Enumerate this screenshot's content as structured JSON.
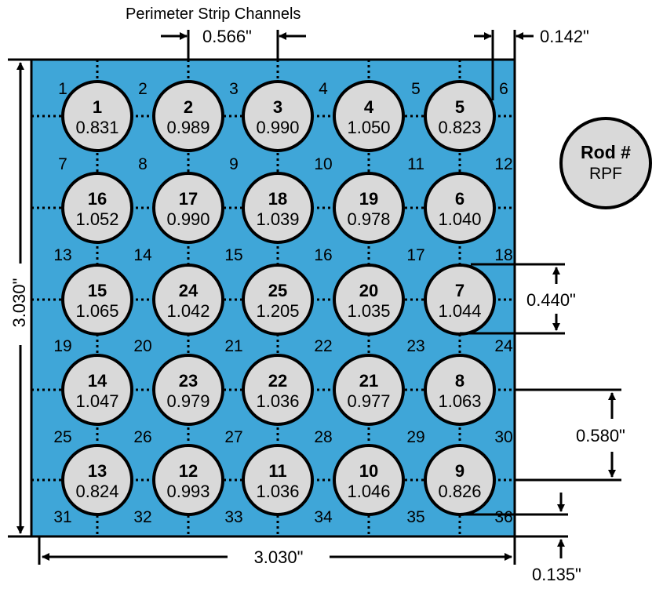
{
  "title": "Perimeter Strip Channels",
  "colors": {
    "assembly_fill": "#3fa6d8",
    "rod_fill": "#d9d9d9",
    "outline": "#000000"
  },
  "rods": [
    [
      {
        "num": "1",
        "rpf": "0.831"
      },
      {
        "num": "2",
        "rpf": "0.989"
      },
      {
        "num": "3",
        "rpf": "0.990"
      },
      {
        "num": "4",
        "rpf": "1.050"
      },
      {
        "num": "5",
        "rpf": "0.823"
      }
    ],
    [
      {
        "num": "16",
        "rpf": "1.052"
      },
      {
        "num": "17",
        "rpf": "0.990"
      },
      {
        "num": "18",
        "rpf": "1.039"
      },
      {
        "num": "19",
        "rpf": "0.978"
      },
      {
        "num": "6",
        "rpf": "1.040"
      }
    ],
    [
      {
        "num": "15",
        "rpf": "1.065"
      },
      {
        "num": "24",
        "rpf": "1.042"
      },
      {
        "num": "25",
        "rpf": "1.205"
      },
      {
        "num": "20",
        "rpf": "1.035"
      },
      {
        "num": "7",
        "rpf": "1.044"
      }
    ],
    [
      {
        "num": "14",
        "rpf": "1.047"
      },
      {
        "num": "23",
        "rpf": "0.979"
      },
      {
        "num": "22",
        "rpf": "1.036"
      },
      {
        "num": "21",
        "rpf": "0.977"
      },
      {
        "num": "8",
        "rpf": "1.063"
      }
    ],
    [
      {
        "num": "13",
        "rpf": "0.824"
      },
      {
        "num": "12",
        "rpf": "0.993"
      },
      {
        "num": "11",
        "rpf": "1.036"
      },
      {
        "num": "10",
        "rpf": "1.046"
      },
      {
        "num": "9",
        "rpf": "0.826"
      }
    ]
  ],
  "channels": [
    [
      "1",
      "2",
      "3",
      "4",
      "5",
      "6"
    ],
    [
      "7",
      "8",
      "9",
      "10",
      "11",
      "12"
    ],
    [
      "13",
      "14",
      "15",
      "16",
      "17",
      "18"
    ],
    [
      "19",
      "20",
      "21",
      "22",
      "23",
      "24"
    ],
    [
      "25",
      "26",
      "27",
      "28",
      "29",
      "30"
    ],
    [
      "31",
      "32",
      "33",
      "34",
      "35",
      "36"
    ]
  ],
  "dimensions": {
    "pitch": "0.566\"",
    "edge_gap_top": "0.142\"",
    "height": "3.030\"",
    "width": "3.030\"",
    "rod_diameter": "0.440\"",
    "rod_pitch_vertical": "0.580\"",
    "edge_gap_bottom": "0.135\""
  },
  "legend": {
    "line1": "Rod #",
    "line2": "RPF"
  }
}
